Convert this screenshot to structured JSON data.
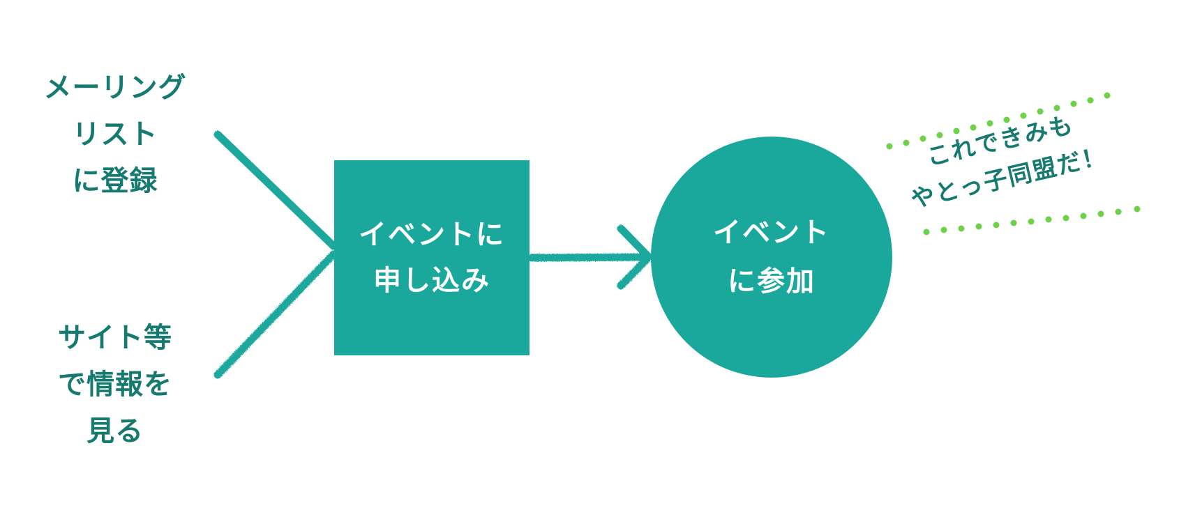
{
  "colors": {
    "teal": "#1aa89c",
    "teal_text": "#177a70",
    "white": "#ffffff",
    "dot_green": "#6fd14a"
  },
  "sources": [
    {
      "lines": [
        "メーリング",
        "リスト",
        "に登録"
      ]
    },
    {
      "lines": [
        "サイト等",
        "で情報を",
        "見る"
      ]
    }
  ],
  "apply_box": {
    "lines": [
      "イベントに",
      "申し込み"
    ]
  },
  "attend_circle": {
    "lines": [
      "イベント",
      "に参加"
    ]
  },
  "callout": {
    "lines": [
      "これできみも",
      "やとっ子同盟だ！"
    ]
  }
}
